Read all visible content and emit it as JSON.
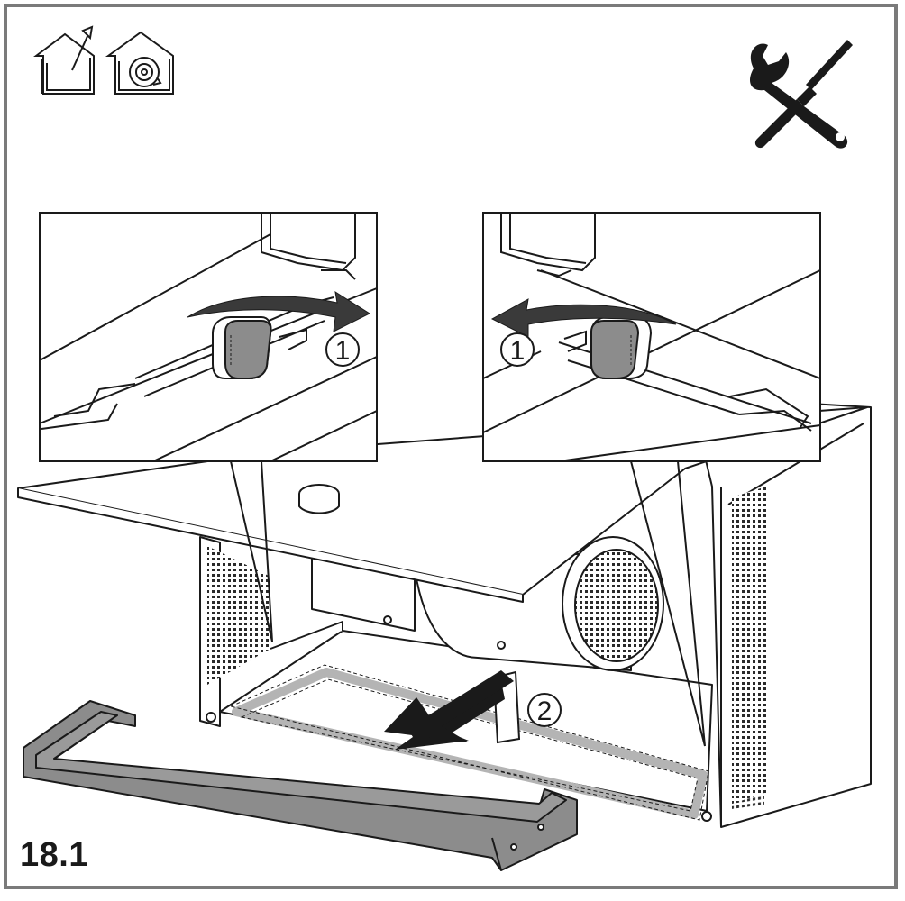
{
  "figure": {
    "label": "18.1"
  },
  "steps": {
    "step1_left": "1",
    "step1_right": "1",
    "step2": "2"
  },
  "icons": {
    "top_left_1": "house-extraction-icon",
    "top_left_2": "house-recirculation-icon",
    "top_right": "wrench-screwdriver-tools-icon"
  },
  "colors": {
    "frame": "#7a7a7a",
    "line": "#1a1a1a",
    "clip": "#8c8c8c",
    "filter_frame": "#9a9a9a",
    "dashed_ghost": "#b4b4b4"
  }
}
